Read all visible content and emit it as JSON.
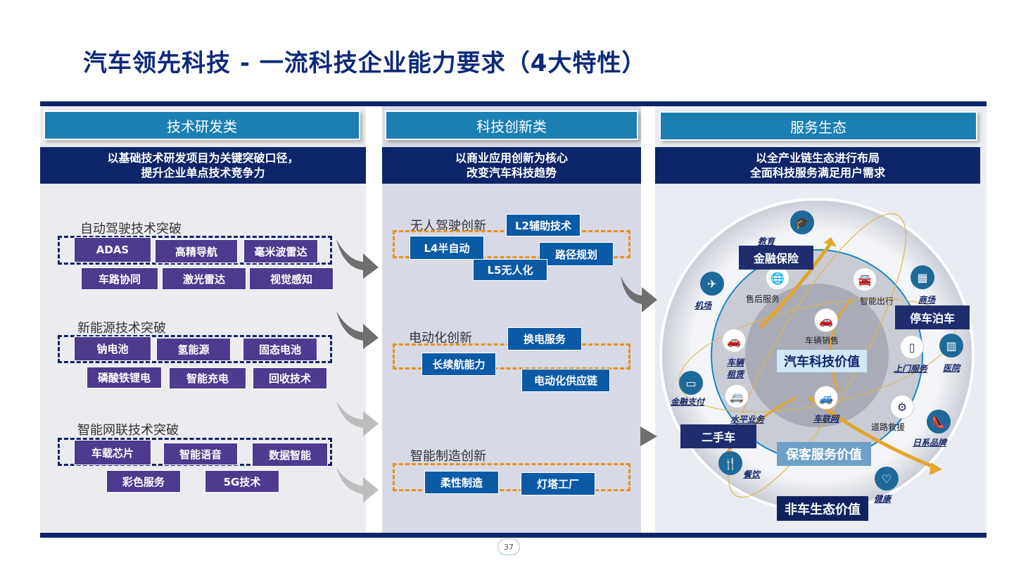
{
  "title": "汽车领先科技 - 一流科技企业能力要求（4大特性）",
  "columns": {
    "left": {
      "tab": "技术研发类",
      "sub_line1": "以基础技术研发项目为关键突破口径，",
      "sub_line2": "提升企业单点技术竞争力",
      "sections": [
        {
          "title": "自动驾驶技术突破",
          "items": [
            "ADAS",
            "高精导航",
            "毫米波雷达",
            "车路协同",
            "激光雷达",
            "视觉感知"
          ]
        },
        {
          "title": "新能源技术突破",
          "items": [
            "钠电池",
            "氢能源",
            "固态电池",
            "磷酸铁锂电",
            "智能充电",
            "回收技术"
          ]
        },
        {
          "title": "智能网联技术突破",
          "items": [
            "车载芯片",
            "智能语音",
            "数据智能",
            "彩色服务",
            "5G技术"
          ]
        }
      ]
    },
    "middle": {
      "tab": "科技创新类",
      "sub_line1": "以商业应用创新为核心",
      "sub_line2": "改变汽车科技趋势",
      "sections": [
        {
          "title": "无人驾驶创新",
          "items": [
            "L2辅助技术",
            "L4半自动",
            "路径规划",
            "L5无人化"
          ]
        },
        {
          "title": "电动化创新",
          "items": [
            "换电服务",
            "长续航能力",
            "电动化供应链"
          ]
        },
        {
          "title": "智能制造创新",
          "items": [
            "柔性制造",
            "灯塔工厂"
          ]
        }
      ]
    },
    "right": {
      "tab": "服务生态",
      "sub_line1": "以全产业链生态进行布局",
      "sub_line2": "全面科技服务满足用户需求",
      "center_label": "汽车科技价值",
      "inner_labels": [
        "车辆销售",
        "售后服务",
        "智能出行",
        "车联网"
      ],
      "mid_labels": [
        "道路救援"
      ],
      "italic_labels": [
        "教育",
        "商场",
        "机场",
        "车辆租赁",
        "上门服务",
        "医院",
        "金融支付",
        "水平业务",
        "车联网",
        "日系品牌",
        "餐饮",
        "健康"
      ],
      "boxes": [
        "金融保险",
        "停车泊车",
        "二手车"
      ],
      "value2": "保客服务价值",
      "value3": "非车生态价值"
    }
  },
  "page_number": "37"
}
